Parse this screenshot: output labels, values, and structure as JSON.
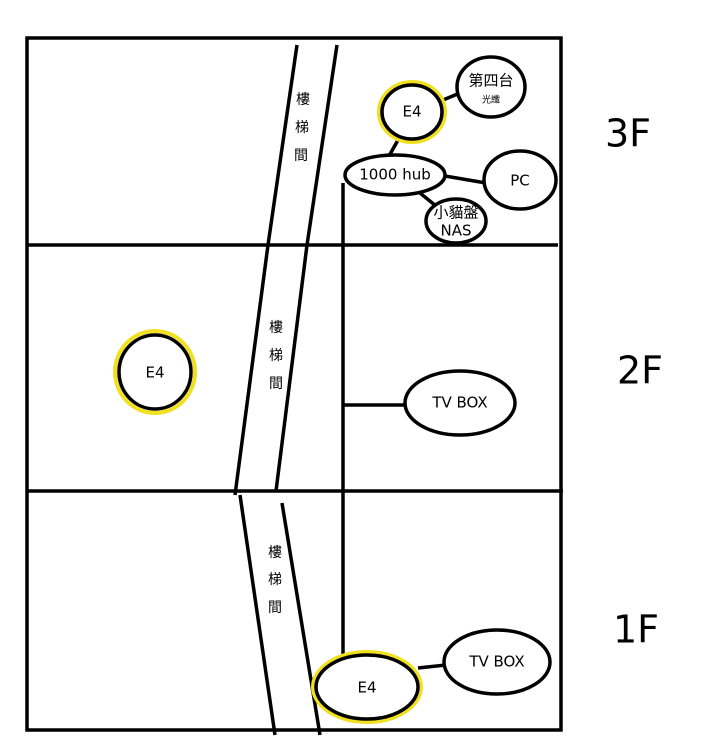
{
  "floors": {
    "f3": "3F",
    "f2": "2F",
    "f1": "1F"
  },
  "stairs": {
    "label_chars": [
      "樓",
      "梯",
      "間"
    ]
  },
  "nodes": {
    "e4_3f": "E4",
    "cable_tv": "第四台",
    "cable_tv_sub": "光纖",
    "hub": "1000 hub",
    "pc": "PC",
    "nas_line1": "小貓盤",
    "nas_line2": "NAS",
    "e4_2f": "E4",
    "tvbox_2f": "TV BOX",
    "e4_1f": "E4",
    "tvbox_1f": "TV BOX"
  },
  "colors": {
    "mesh_highlight": "#f0e020"
  }
}
